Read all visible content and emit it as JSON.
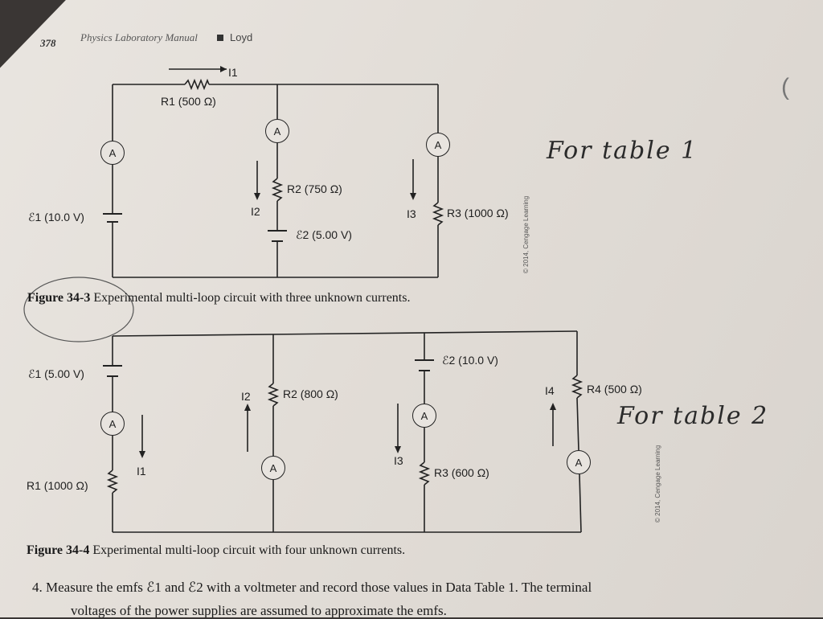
{
  "header": {
    "page_number": "378",
    "book_title": "Physics Laboratory Manual",
    "author": "Loyd"
  },
  "figure1": {
    "current_i1": "I1",
    "r1": "R1 (500 Ω)",
    "r2": "R2 (750 Ω)",
    "r3": "R3 (1000 Ω)",
    "e1": "ℰ1 (10.0 V)",
    "e2": "ℰ2 (5.00 V)",
    "i2": "I2",
    "i3": "I3",
    "meter": "A",
    "credit": "© 2014, Cengage Learning",
    "caption_number": "Figure 34-3",
    "caption_text": "Experimental multi-loop circuit with three unknown currents.",
    "note": "For table 1"
  },
  "figure2": {
    "e1": "ℰ1 (5.00 V)",
    "e2": "ℰ2 (10.0 V)",
    "r1": "R1 (1000 Ω)",
    "r2": "R2 (800 Ω)",
    "r3": "R3 (600 Ω)",
    "r4": "R4 (500 Ω)",
    "i1": "I1",
    "i2": "I2",
    "i3": "I3",
    "i4": "I4",
    "meter": "A",
    "credit": "© 2014, Cengage Learning",
    "caption_number": "Figure 34-4",
    "caption_text": "Experimental multi-loop circuit with four unknown currents.",
    "note": "For table 2"
  },
  "body_text": {
    "step4_line1": "4. Measure the emfs ℰ1 and ℰ2 with a voltmeter and record those values in Data Table 1. The terminal",
    "step4_line2": "voltages of the power supplies are assumed to approximate the emfs."
  }
}
